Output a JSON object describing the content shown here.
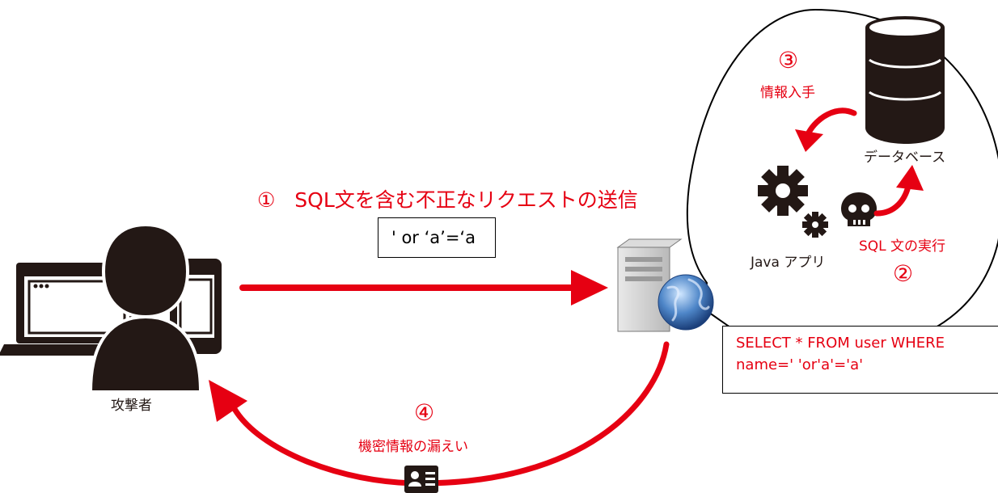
{
  "step1": {
    "number": "①",
    "label": "SQL文を含む不正なリクエストの送信",
    "payload": "' or  ‘a’=‘a"
  },
  "step2": {
    "label": "SQL 文の実行",
    "number": "②"
  },
  "step3": {
    "number": "③",
    "label": "情報入手"
  },
  "step4": {
    "number": "④",
    "label": "機密情報の漏えい"
  },
  "attacker": {
    "label": "攻撃者",
    "icon": "hacker-with-devices-icon"
  },
  "server": {
    "icon": "web-server-icon"
  },
  "java_app": {
    "label": "Java アプリ",
    "icon": "gears-icon"
  },
  "database": {
    "label": "データベース",
    "icon": "database-icon"
  },
  "query": {
    "line1": "SELECT * FROM user WHERE",
    "line2": "name=' 'or'a'='a'"
  },
  "colors": {
    "accent": "#e60012",
    "dark": "#231815"
  }
}
